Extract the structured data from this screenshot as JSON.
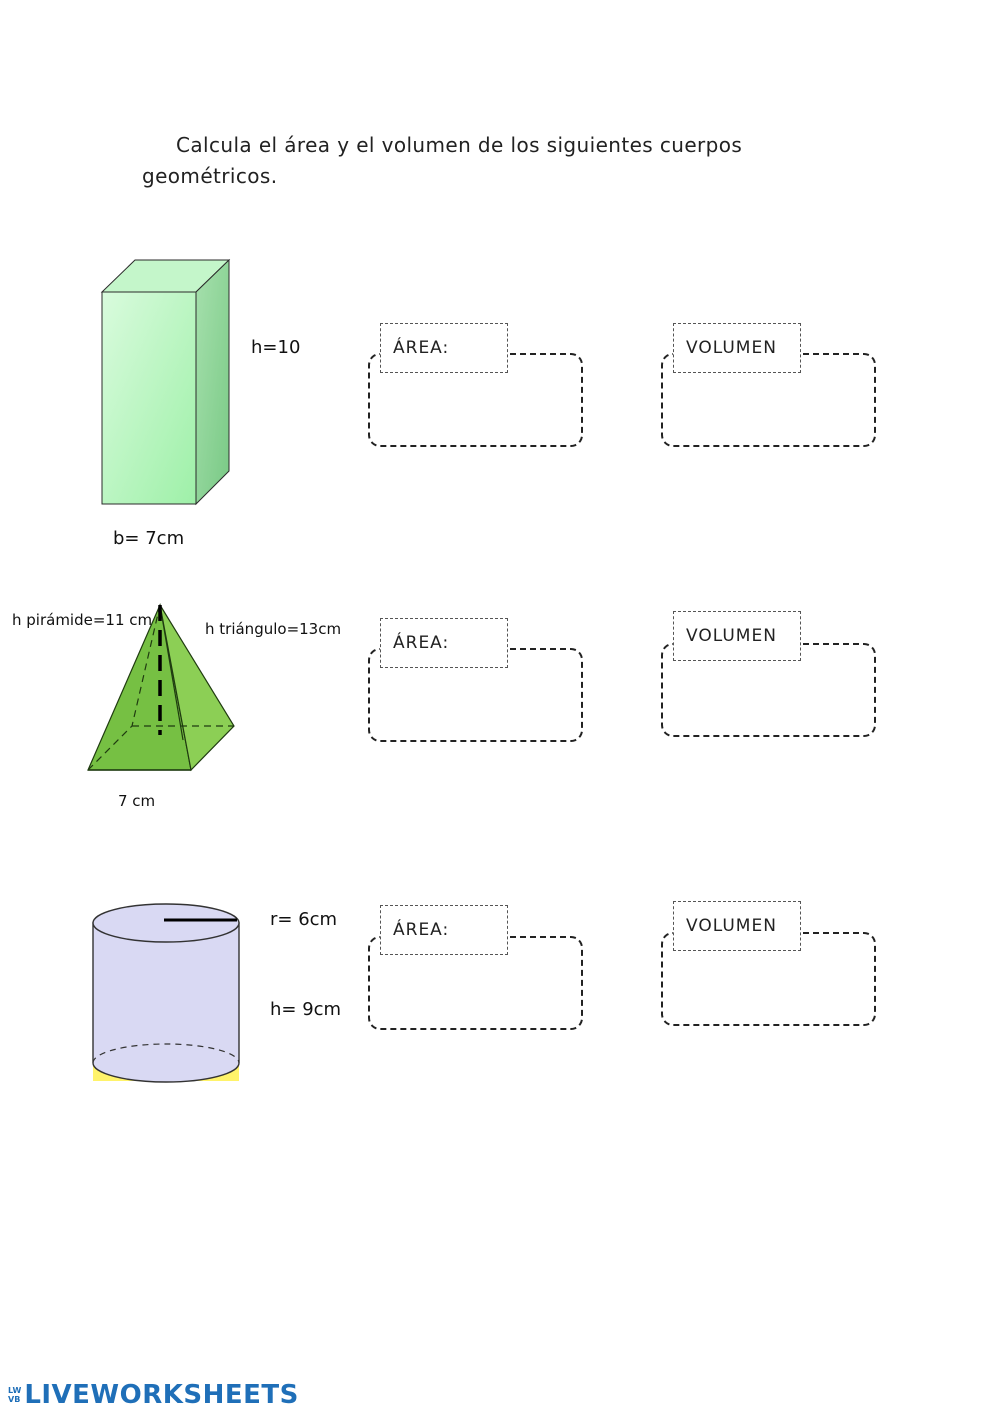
{
  "instructions": "Calcula el área y el volumen de los siguientes cuerpos geométricos.",
  "prism": {
    "height_label": "h=10",
    "base_label": "b= 7cm"
  },
  "pyramid": {
    "pyramid_height_label": "h pirámide=11 cm",
    "triangle_height_label": "h triángulo=13cm",
    "base_label": "7 cm"
  },
  "cylinder": {
    "radius_label": "r= 6cm",
    "height_label": "h= 9cm"
  },
  "answers": {
    "area_label": "ÁREA:",
    "volume_label": "VOLUMEN"
  },
  "colors": {
    "prism_front": "#a7f2b0",
    "prism_side": "#8cd494",
    "pyramid_fill": "#76c043",
    "cylinder_fill": "#d9d9f3",
    "footer_blue": "#1f6fb8"
  },
  "footer": {
    "brand": "LIVEWORKSHEETS",
    "mark": [
      "LW",
      "VB"
    ]
  }
}
